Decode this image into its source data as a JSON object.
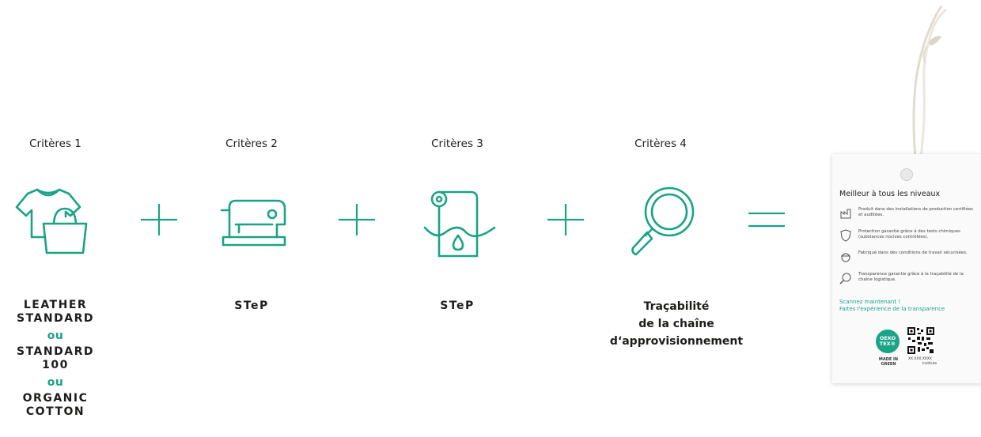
{
  "criteria": [
    {
      "label": "Critères 1",
      "icon": "tshirt-bag-icon"
    },
    {
      "label": "Critères 2",
      "icon": "sewing-machine-icon"
    },
    {
      "label": "Critères 3",
      "icon": "fabric-roll-water-icon"
    },
    {
      "label": "Critères 4",
      "icon": "magnifier-icon"
    }
  ],
  "operators": {
    "plus": "+",
    "equals": "="
  },
  "standards": {
    "col1": {
      "line1": "LEATHER",
      "line2": "STANDARD",
      "or1": "ou",
      "line3": "STANDARD",
      "line4": "100",
      "or2": "ou",
      "line5": "ORGANIC",
      "line6": "COTTON"
    },
    "col2": "STeP",
    "col3": "STeP",
    "col4": {
      "line1": "Traçabilité",
      "line2": "de la chaîne",
      "line3": "d‘approvisionnement"
    }
  },
  "tag": {
    "title": "Meilleur à tous les niveaux",
    "rows": [
      {
        "icon": "factory-icon",
        "text": "Produit dans des installations de production certifiées et auditées."
      },
      {
        "icon": "shield-icon",
        "text": "Protection garantie grâce à des tests chimiques (substances nocives contrôlées)."
      },
      {
        "icon": "worker-icon",
        "text": "Fabriqué dans des conditions de travail sécurisées."
      },
      {
        "icon": "magnifier-icon",
        "text": "Transparence garantie grâce à la traçabilité de la chaîne logistique."
      }
    ],
    "scan_line1": "Scannez maintenant !",
    "scan_line2": "Faites l'expérience de la transparence",
    "logo_line1": "OEKO",
    "logo_line2": "TEX®",
    "made_line1": "MADE IN",
    "made_line2": "GREEN",
    "code_line1": "XX.XXX.XXXX",
    "code_line2": "Institute"
  },
  "colors": {
    "accent": "#1aa386",
    "text": "#1d1d1b"
  }
}
